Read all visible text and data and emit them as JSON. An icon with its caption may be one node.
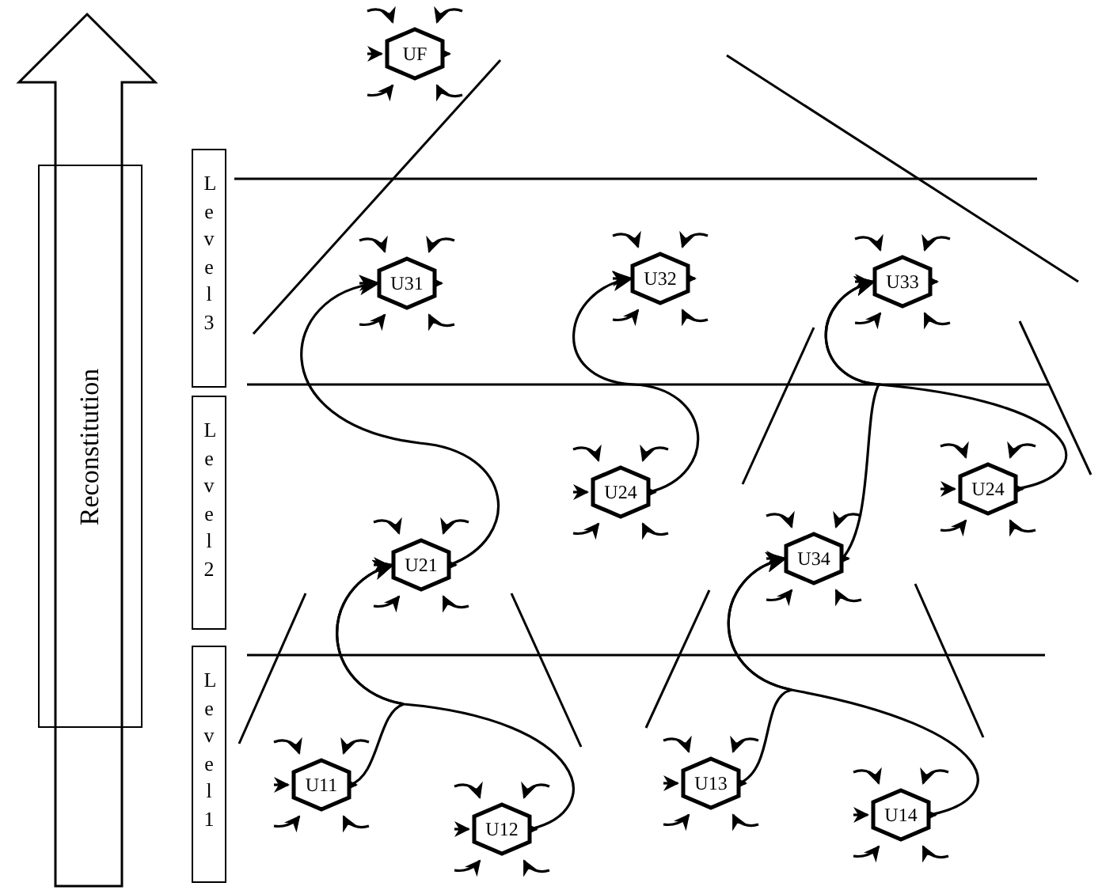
{
  "diagram": {
    "nodes": [
      {
        "text": [
          "Reconstitution"
        ]
      },
      {
        "text": [
          "Level 3"
        ]
      },
      {
        "text": [
          "Level 2"
        ]
      },
      {
        "text": [
          "Level 1"
        ]
      },
      {
        "text": [
          "UF"
        ]
      },
      {
        "text": [
          "U31"
        ]
      },
      {
        "text": [
          "U32"
        ]
      },
      {
        "text": [
          "U33"
        ]
      },
      {
        "text": [
          "U24"
        ]
      },
      {
        "text": [
          "U24"
        ]
      },
      {
        "text": [
          "U21"
        ]
      },
      {
        "text": [
          "U34"
        ]
      },
      {
        "text": [
          "U11"
        ]
      },
      {
        "text": [
          "U12"
        ]
      },
      {
        "text": [
          "U13"
        ]
      },
      {
        "text": [
          "U14"
        ]
      }
    ],
    "edges": [
      {
        "from": 12,
        "to": 10,
        "arrow": "to"
      },
      {
        "from": 13,
        "to": 10,
        "arrow": "to"
      },
      {
        "from": 10,
        "to": 5,
        "arrow": "to"
      },
      {
        "from": 8,
        "to": 6,
        "arrow": "to"
      },
      {
        "from": 14,
        "to": 11,
        "arrow": "to"
      },
      {
        "from": 15,
        "to": 11,
        "arrow": "to"
      },
      {
        "from": 11,
        "to": 7,
        "arrow": "to"
      },
      {
        "from": 9,
        "to": 7,
        "arrow": "to"
      }
    ]
  }
}
